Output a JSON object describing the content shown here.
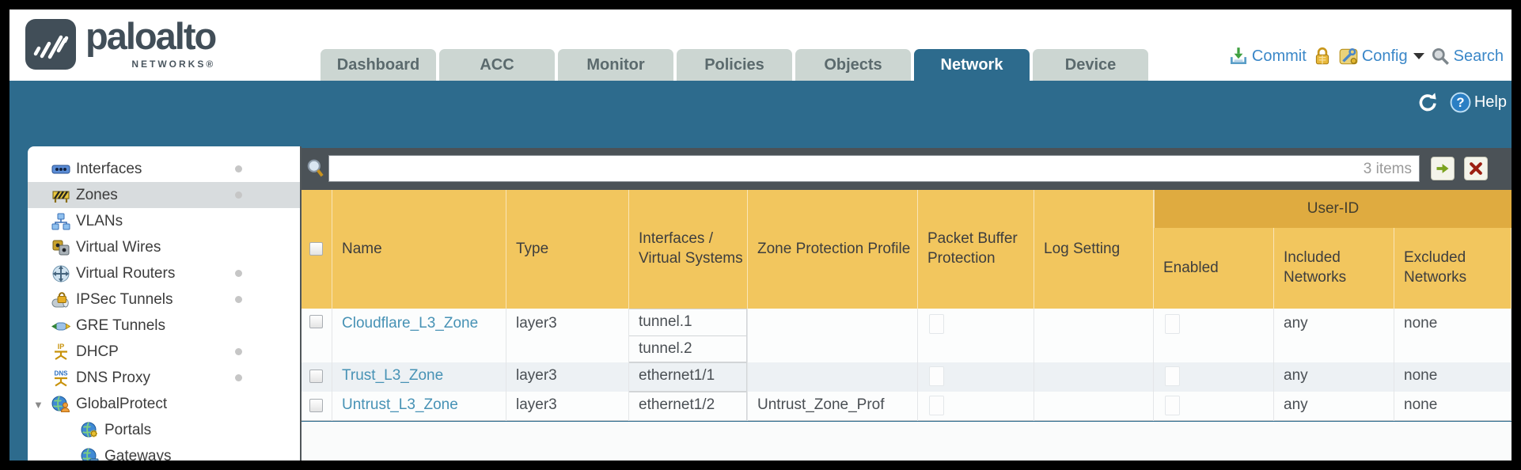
{
  "brand": {
    "name": "paloalto",
    "sub": "NETWORKS®"
  },
  "nav_tabs": [
    {
      "label": "Dashboard",
      "active": false
    },
    {
      "label": "ACC",
      "active": false
    },
    {
      "label": "Monitor",
      "active": false
    },
    {
      "label": "Policies",
      "active": false
    },
    {
      "label": "Objects",
      "active": false
    },
    {
      "label": "Network",
      "active": true
    },
    {
      "label": "Device",
      "active": false
    }
  ],
  "header_actions": {
    "commit": "Commit",
    "config": "Config",
    "search": "Search"
  },
  "teal_bar": {
    "help": "Help"
  },
  "filter_bar": {
    "value": "",
    "count": "3 items"
  },
  "sidebar": {
    "items": [
      {
        "label": "Interfaces",
        "icon": "interfaces-icon",
        "dot": true
      },
      {
        "label": "Zones",
        "icon": "zones-icon",
        "dot": true,
        "selected": true
      },
      {
        "label": "VLANs",
        "icon": "vlans-icon",
        "dot": false
      },
      {
        "label": "Virtual Wires",
        "icon": "virtual-wires-icon",
        "dot": false
      },
      {
        "label": "Virtual Routers",
        "icon": "virtual-routers-icon",
        "dot": true
      },
      {
        "label": "IPSec Tunnels",
        "icon": "ipsec-tunnels-icon",
        "dot": true
      },
      {
        "label": "GRE Tunnels",
        "icon": "gre-tunnels-icon",
        "dot": false
      },
      {
        "label": "DHCP",
        "icon": "dhcp-icon",
        "dot": true
      },
      {
        "label": "DNS Proxy",
        "icon": "dns-proxy-icon",
        "dot": true
      },
      {
        "label": "GlobalProtect",
        "icon": "globalprotect-icon",
        "dot": false,
        "expanded": true
      },
      {
        "label": "Portals",
        "icon": "portals-icon",
        "dot": false,
        "indent": true
      },
      {
        "label": "Gateways",
        "icon": "gateways-icon",
        "dot": false,
        "indent": true
      }
    ]
  },
  "table": {
    "group_header": "User-ID",
    "columns": [
      "Name",
      "Type",
      "Interfaces / Virtual Systems",
      "Zone Protection Profile",
      "Packet Buffer Protection",
      "Log Setting",
      "Enabled",
      "Included Networks",
      "Excluded Networks"
    ],
    "rows": [
      {
        "name": "Cloudflare_L3_Zone",
        "type": "layer3",
        "interfaces": [
          "tunnel.1",
          "tunnel.2"
        ],
        "zone_protection_profile": "",
        "included_networks": "any",
        "excluded_networks": "none"
      },
      {
        "name": "Trust_L3_Zone",
        "type": "layer3",
        "interfaces": [
          "ethernet1/1"
        ],
        "zone_protection_profile": "",
        "included_networks": "any",
        "excluded_networks": "none"
      },
      {
        "name": "Untrust_L3_Zone",
        "type": "layer3",
        "interfaces": [
          "ethernet1/2"
        ],
        "zone_protection_profile": "Untrust_Zone_Prof",
        "included_networks": "any",
        "excluded_networks": "none"
      }
    ]
  },
  "colors": {
    "teal": "#2d6b8d",
    "gold": "#f2c65e",
    "gold_dark": "#dfab40",
    "link_blue": "#4792b5",
    "action_blue": "#3a87c8",
    "strip_gray": "#4b5257"
  }
}
